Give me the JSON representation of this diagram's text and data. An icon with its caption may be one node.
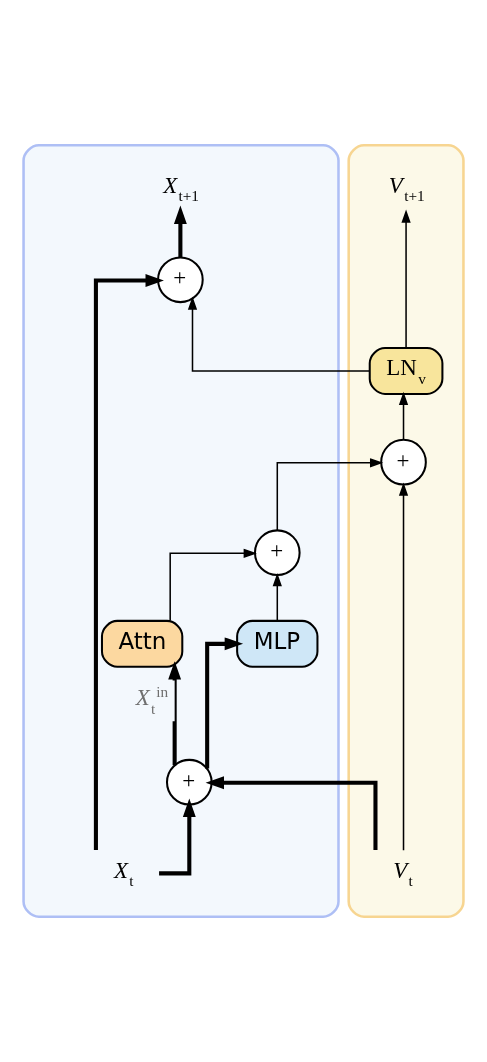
{
  "diagram": {
    "nodes": [
      {
        "text": [],
        "shape": "box"
      },
      {
        "text": [
          "*X*$_{t+1}$"
        ],
        "in": 0
      },
      {
        "text": [
          "+"
        ],
        "in": 0
      },
      {
        "text": [
          "+"
        ],
        "in": 0
      },
      {
        "text": [
          "Attn"
        ],
        "in": 0
      },
      {
        "text": [
          "MLP"
        ],
        "in": 0
      },
      {
        "text": [
          "+"
        ],
        "in": 0
      },
      {
        "text": [
          "*X*$_{t}$"
        ],
        "in": 0
      },
      {
        "text": [],
        "shape": "box"
      },
      {
        "text": [
          "*V*$_{t+1}$"
        ],
        "in": 8
      },
      {
        "text": [
          "LN$_{v}$"
        ],
        "in": 8
      },
      {
        "text": [
          "+"
        ],
        "in": 8
      },
      {
        "text": [
          "*V*$_{t}$"
        ],
        "in": 8
      }
    ],
    "edges": [
      {
        "from": 7,
        "to": 6,
        "arrow": "to",
        "style": "thick"
      },
      {
        "from": 7,
        "to": 2,
        "arrow": "to",
        "style": "thick"
      },
      {
        "from": 12,
        "to": 6,
        "arrow": "to",
        "style": "thick"
      },
      {
        "from": 12,
        "to": 11,
        "arrow": "to"
      },
      {
        "from": 6,
        "to": 4,
        "arrow": "to",
        "style": "thick",
        "label": "*X*$_{t}$$^{in}$"
      },
      {
        "from": 6,
        "to": 5,
        "arrow": "to",
        "style": "thick"
      },
      {
        "from": 4,
        "to": 3,
        "arrow": "to"
      },
      {
        "from": 5,
        "to": 3,
        "arrow": "to"
      },
      {
        "from": 3,
        "to": 11,
        "arrow": "to"
      },
      {
        "from": 11,
        "to": 10,
        "arrow": "to"
      },
      {
        "from": 10,
        "to": 9,
        "arrow": "to"
      },
      {
        "from": 10,
        "to": 2,
        "arrow": "to"
      },
      {
        "from": 2,
        "to": 1,
        "arrow": "to",
        "style": "thick"
      }
    ]
  }
}
